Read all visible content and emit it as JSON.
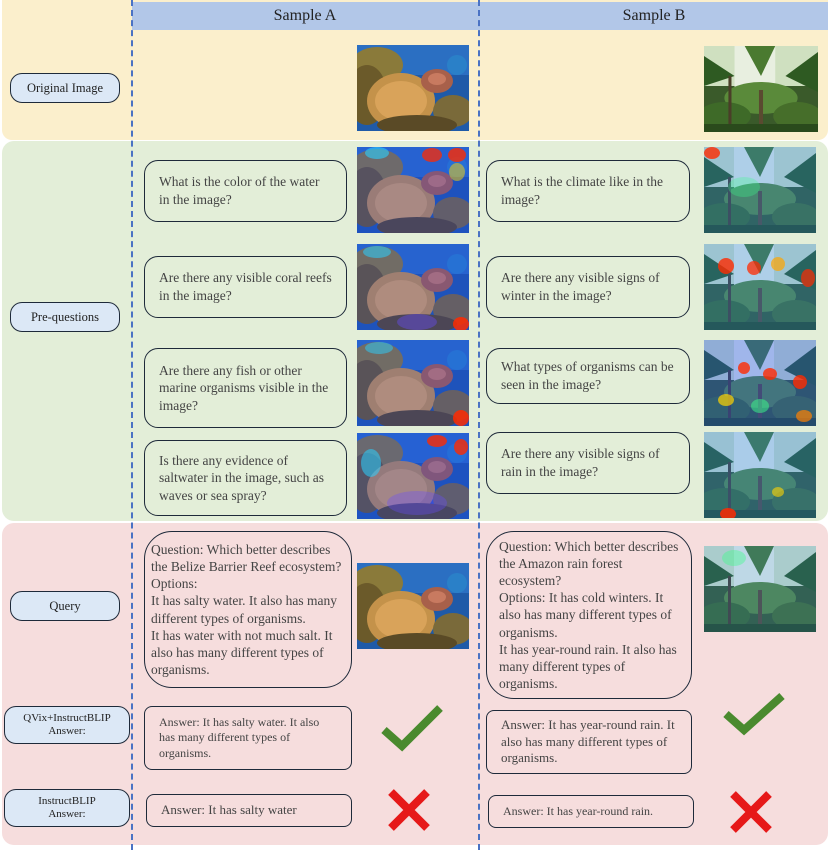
{
  "columns": {
    "a": "Sample A",
    "b": "Sample B"
  },
  "row_labels": {
    "original": "Original Image",
    "pre_questions": "Pre-questions",
    "query": "Query",
    "qvix": "QVix+InstructBLIP\nAnswer:",
    "instructblip": "InstructBLIP\nAnswer:"
  },
  "sample_a": {
    "pre_questions": [
      "What is the color of the water in the image?",
      "Are there any visible coral reefs in the image?",
      "Are there any fish or other marine organisms visible in the image?",
      "Is there any evidence of saltwater in the image, such as waves or sea spray?"
    ],
    "query": "Question: Which better describes the Belize Barrier Reef ecosystem?\nOptions:\nIt has salty water. It also has many different types of organisms.\nIt has water with not much salt. It also has many different types of organisms.",
    "qvix_answer": "Answer: It has salty water. It also has many different types of organisms.",
    "instructblip_answer": "Answer: It has salty water"
  },
  "sample_b": {
    "pre_questions": [
      "What is the climate like in the image?",
      "Are there any visible signs of winter in the image?",
      "What types of organisms can be seen in the image?",
      "Are there any visible signs of rain in the image?"
    ],
    "query": "Question: Which better describes the Amazon rain forest ecosystem?\nOptions: It has cold winters. It also has many different types of organisms.\nIt has year-round rain. It also has many different types of organisms.",
    "qvix_answer": "Answer: It has year-round rain. It also has many different types of organisms.",
    "instructblip_answer": "Answer: It has year-round rain."
  },
  "marks": {
    "correct_color": "#4a8a2e",
    "wrong_color": "#e61919"
  },
  "icons": {
    "correct": "check-icon",
    "wrong": "cross-icon"
  }
}
